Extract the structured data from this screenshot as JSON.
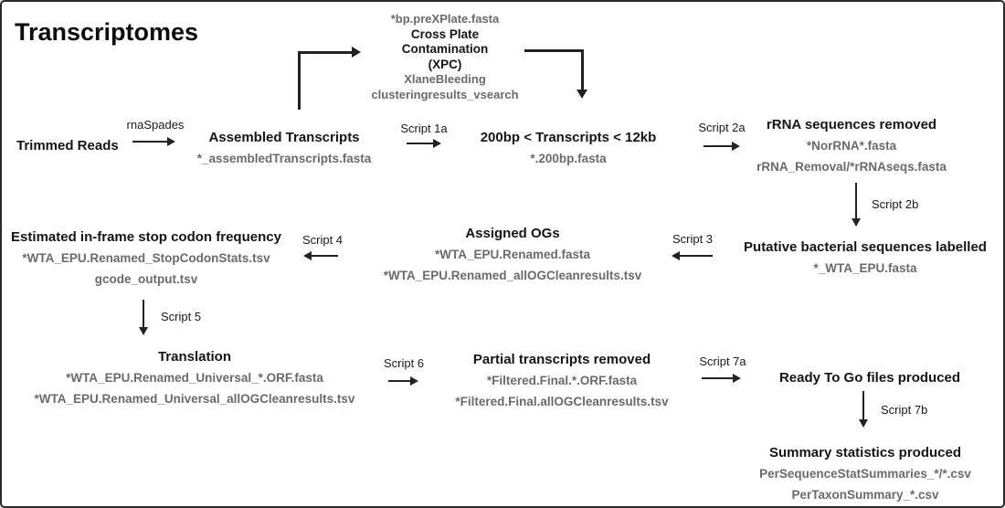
{
  "title": "Transcriptomes",
  "colors": {
    "heading_text": "#151515",
    "file_text": "#6a6a6a",
    "arrow": "#222222",
    "background": "#ffffff",
    "border": "#2b2b2b"
  },
  "nodes": {
    "trimmed_reads": {
      "title": "Trimmed Reads"
    },
    "assembled": {
      "title": "Assembled Transcripts",
      "files": [
        "*_assembledTranscripts.fasta"
      ]
    },
    "xpc": {
      "pre_file": "*bp.preXPlate.fasta",
      "title_lines": [
        "Cross Plate",
        "Contamination",
        "(XPC)"
      ],
      "files": [
        "XlaneBleeding",
        "clusteringresults_vsearch"
      ]
    },
    "size_filtered": {
      "title": "200bp < Transcripts < 12kb",
      "files": [
        "*.200bp.fasta"
      ]
    },
    "rrna_removed": {
      "title": "rRNA sequences removed",
      "files": [
        "*NorRNA*.fasta",
        "rRNA_Removal/*rRNAseqs.fasta"
      ]
    },
    "putative_bacterial": {
      "title": "Putative bacterial sequences labelled",
      "files": [
        "*_WTA_EPU.fasta"
      ]
    },
    "assigned_ogs": {
      "title": "Assigned OGs",
      "files": [
        "*WTA_EPU.Renamed.fasta",
        "*WTA_EPU.Renamed_allOGCleanresults.tsv"
      ]
    },
    "stop_codon": {
      "title": "Estimated in-frame stop codon frequency",
      "files": [
        "*WTA_EPU.Renamed_StopCodonStats.tsv",
        "gcode_output.tsv"
      ]
    },
    "translation": {
      "title": "Translation",
      "files": [
        "*WTA_EPU.Renamed_Universal_*.ORF.fasta",
        "*WTA_EPU.Renamed_Universal_allOGCleanresults.tsv"
      ]
    },
    "partial_removed": {
      "title": "Partial transcripts removed",
      "files": [
        "*Filtered.Final.*.ORF.fasta",
        "*Filtered.Final.allOGCleanresults.tsv"
      ]
    },
    "ready_to_go": {
      "title": "Ready To Go files produced"
    },
    "summary_stats": {
      "title": "Summary statistics produced",
      "files": [
        "PerSequenceStatSummaries_*/*.csv",
        "PerTaxonSummary_*.csv"
      ]
    }
  },
  "edges": {
    "rnaspades": "rnaSpades",
    "script1a": "Script 1a",
    "script2a": "Script 2a",
    "script2b": "Script 2b",
    "script3": "Script 3",
    "script4": "Script 4",
    "script5": "Script 5",
    "script6": "Script 6",
    "script7a": "Script 7a",
    "script7b": "Script 7b"
  }
}
